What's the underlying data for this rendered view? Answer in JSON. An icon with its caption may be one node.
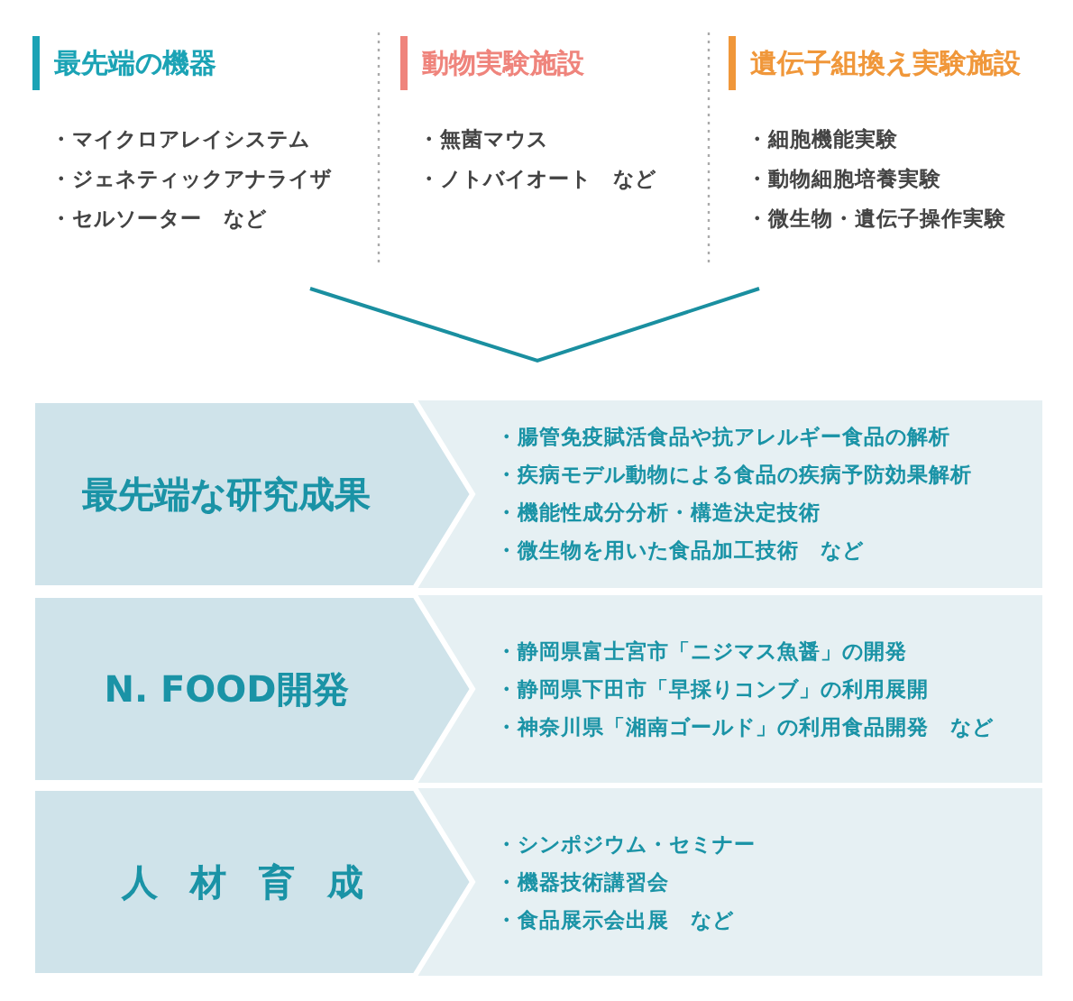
{
  "diagram": {
    "nodes": [
      {
        "text": [
          "最先端の機器",
          "・マイクロアレイシステム",
          "・ジェネティックアナライザ",
          "・セルソーター　など"
        ]
      },
      {
        "text": [
          "動物実験施設",
          "・無菌マウス",
          "・ノトバイオート　など"
        ]
      },
      {
        "text": [
          "遺伝子組換え実験施設",
          "・細胞機能実験",
          "・動物細胞培養実験",
          "・微生物・遺伝子操作実験"
        ]
      },
      {
        "text": [
          "最先端な研究成果"
        ]
      },
      {
        "text": [
          "・腸管免疫賦活食品や抗アレルギー食品の解析",
          "・疾病モデル動物による食品の疾病予防効果解析",
          "・機能性成分分析・構造決定技術",
          "・微生物を用いた食品加工技術　など"
        ]
      },
      {
        "text": [
          "N. FOOD開発"
        ]
      },
      {
        "text": [
          "・静岡県富士宮市「ニジマス魚醤」の開発",
          "・静岡県下田市「早採りコンブ」の利用展開",
          "・神奈川県「湘南ゴールド」の利用食品開発　など"
        ]
      },
      {
        "text": [
          "人材育成"
        ]
      },
      {
        "text": [
          "・シンポジウム・セミナー",
          "・機器技術講習会",
          "・食品展示会出展　など"
        ]
      }
    ]
  }
}
